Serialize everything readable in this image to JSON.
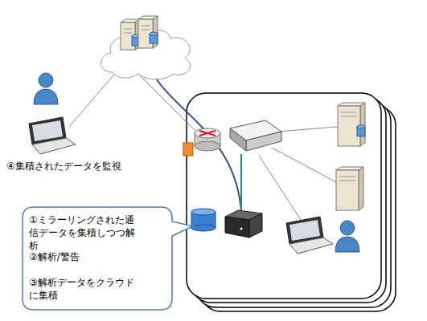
{
  "diagram": {
    "nodes": [
      {
        "text": [
          "①ミラーリングされた通信データを集積しつつ解析",
          "②解析/警告",
          "③解析データをクラウドに集積"
        ]
      }
    ],
    "labels": [
      "④集積されたデータを監視"
    ]
  }
}
